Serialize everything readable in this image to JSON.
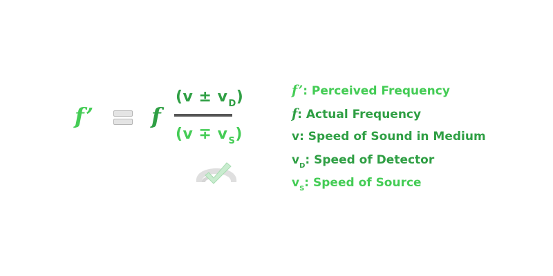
{
  "colors": {
    "light_green": "#44cc55",
    "dark_green": "#2f9f44",
    "fraction_bar": "#555555",
    "equals_fill": "#e4e4e4",
    "equals_stroke": "#b5b5b5"
  },
  "formula": {
    "lhs": "f’",
    "equals_icon": "double-bar-equals",
    "coefficient": "f",
    "numerator": {
      "open": "(v ± v",
      "sub": "D",
      "close": ")"
    },
    "denominator": {
      "open": "(v ∓ v",
      "sub": "S",
      "close": ")"
    }
  },
  "legend": {
    "items": [
      {
        "symbol": "f’",
        "symbol_sub": "",
        "text": ": Perceived Frequency",
        "color": "light"
      },
      {
        "symbol": "f",
        "symbol_sub": "",
        "text": ": Actual Frequency",
        "color": "dark"
      },
      {
        "symbol": "v",
        "symbol_sub": "",
        "text": ": Speed of Sound in Medium",
        "color": "dark"
      },
      {
        "symbol": "v",
        "symbol_sub": "D",
        "text": ": Speed of Detector",
        "color": "dark"
      },
      {
        "symbol": "v",
        "symbol_sub": "S",
        "text": ": Speed of Source",
        "color": "light"
      }
    ]
  },
  "watermark": {
    "icon": "checkmark-logo-icon"
  }
}
